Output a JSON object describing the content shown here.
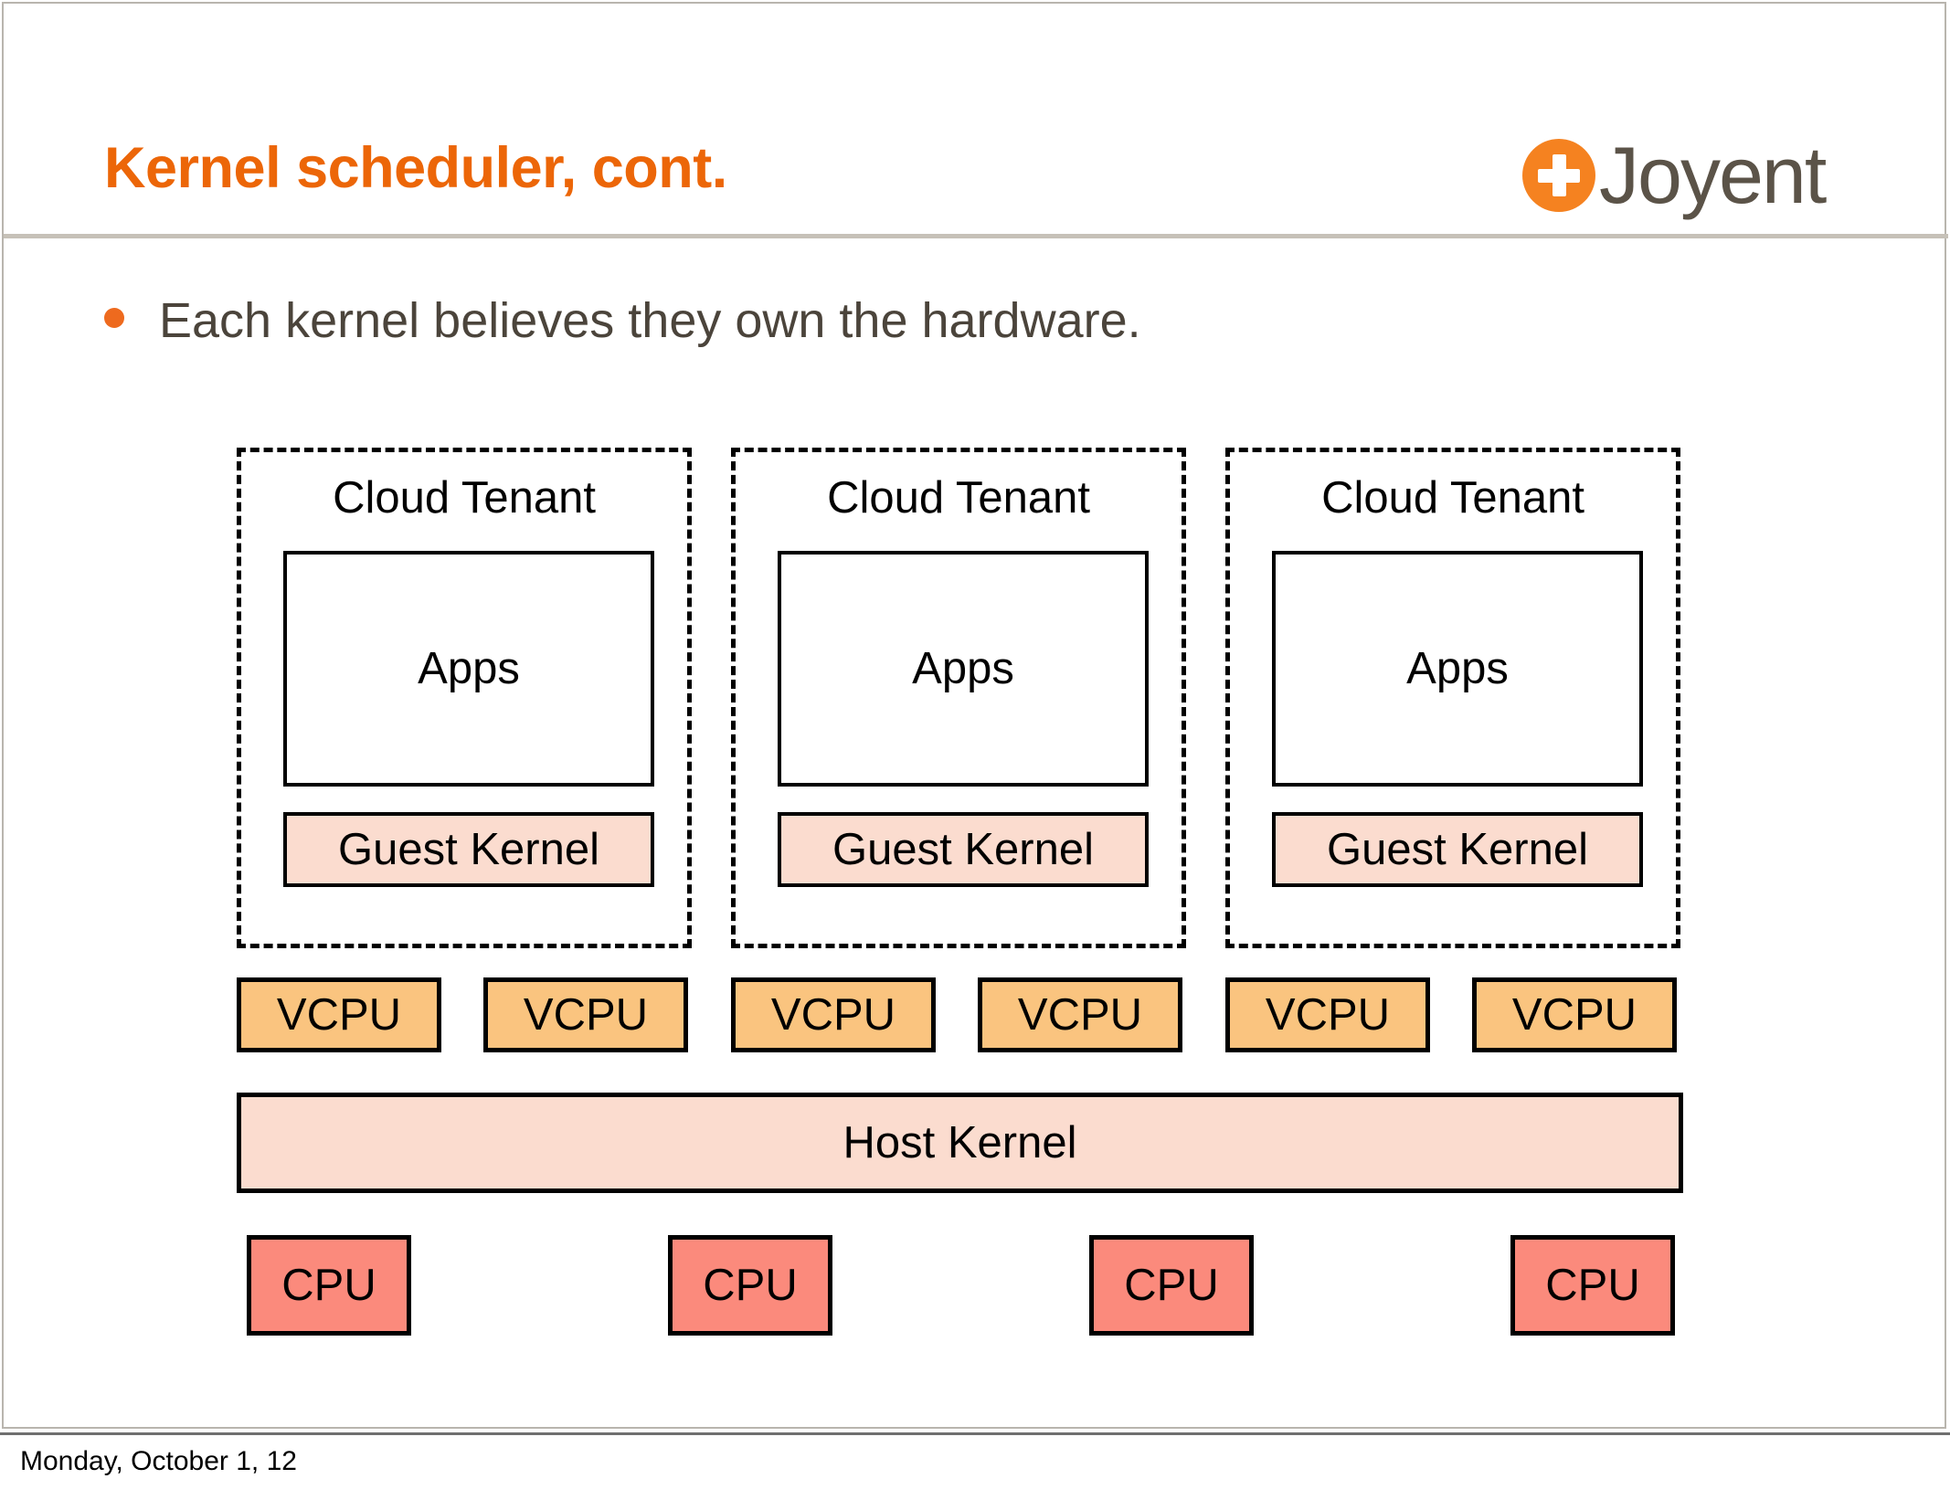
{
  "slide": {
    "title": "Kernel scheduler, cont.",
    "title_color": "#ec6608",
    "bullet": "Each kernel believes they own the hardware.",
    "bullet_color": "#4b443b",
    "bullet_dot_color": "#ee6a1e",
    "footer_date": "Monday, October 1, 12"
  },
  "logo": {
    "wordmark": "Joyent",
    "mark_color": "#f58220",
    "word_color": "#5b5348",
    "mark_glyph": "plus-in-circle"
  },
  "diagram": {
    "colors": {
      "guest_kernel_fill": "#fbdccf",
      "host_kernel_fill": "#fbdccf",
      "vcpu_fill": "#fac47f",
      "cpu_fill": "#fb8a7c",
      "apps_fill": "#ffffff",
      "stroke": "#000000"
    },
    "tenants": [
      {
        "label": "Cloud Tenant",
        "apps": "Apps",
        "guest_kernel": "Guest Kernel"
      },
      {
        "label": "Cloud Tenant",
        "apps": "Apps",
        "guest_kernel": "Guest Kernel"
      },
      {
        "label": "Cloud Tenant",
        "apps": "Apps",
        "guest_kernel": "Guest Kernel"
      }
    ],
    "vcpus": [
      {
        "label": "VCPU"
      },
      {
        "label": "VCPU"
      },
      {
        "label": "VCPU"
      },
      {
        "label": "VCPU"
      },
      {
        "label": "VCPU"
      },
      {
        "label": "VCPU"
      }
    ],
    "host_kernel": {
      "label": "Host Kernel"
    },
    "cpus": [
      {
        "label": "CPU"
      },
      {
        "label": "CPU"
      },
      {
        "label": "CPU"
      },
      {
        "label": "CPU"
      }
    ]
  }
}
